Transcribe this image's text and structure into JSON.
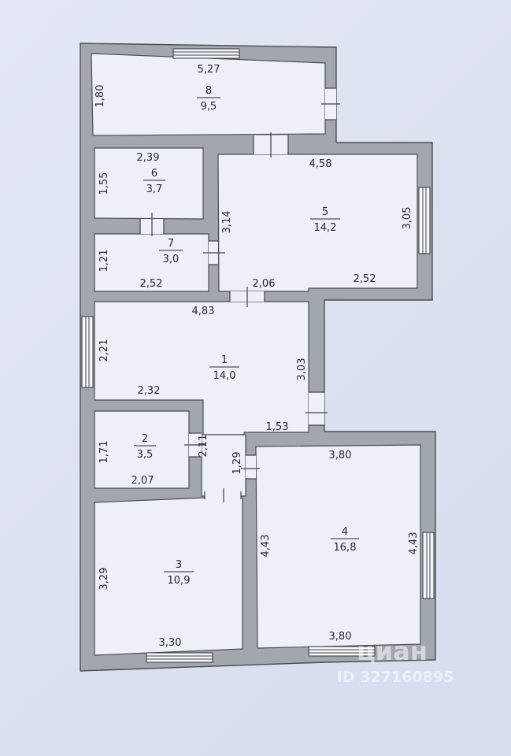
{
  "rooms": [
    {
      "number": "8",
      "area": "9,5"
    },
    {
      "number": "6",
      "area": "3,7"
    },
    {
      "number": "5",
      "area": "14,2"
    },
    {
      "number": "7",
      "area": "3,0"
    },
    {
      "number": "1",
      "area": "14,0"
    },
    {
      "number": "2",
      "area": "3,5"
    },
    {
      "number": "4",
      "area": "16,8"
    },
    {
      "number": "3",
      "area": "10,9"
    }
  ],
  "dimensions": {
    "r8_top": "5,27",
    "r8_left": "1,80",
    "r6_top": "2,39",
    "r6_left": "1,55",
    "r5_top": "4,58",
    "r5_left": "3,14",
    "r5_right": "3,05",
    "r5_bottom_a": "2,06",
    "r5_bottom_b": "2,52",
    "r7_left": "1,21",
    "r7_bottom": "2,52",
    "r1_top": "4,83",
    "r1_left": "2,21",
    "r1_right": "3,03",
    "r1_bottom": "2,32",
    "r1_bottom_b": "1,53",
    "r2_left": "1,71",
    "r2_right": "2,11",
    "r2_bottom": "2,07",
    "corridor": "1,29",
    "r4_top": "3,80",
    "r4_left": "4,43",
    "r4_right": "4,43",
    "r4_bottom": "3,80",
    "r3_left": "3,29",
    "r3_bottom": "3,30"
  },
  "watermark": {
    "brand": "циан",
    "id": "ID 327160895"
  }
}
